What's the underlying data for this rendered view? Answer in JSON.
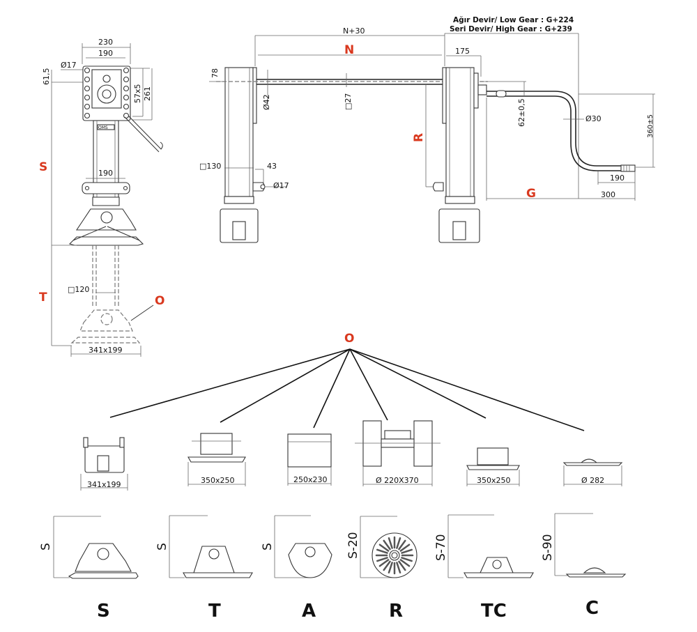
{
  "drawing": {
    "front_view": {
      "dims": {
        "width_outer": "230",
        "width_inner": "190",
        "hole_dia": "Ø17",
        "top_offset": "61,5",
        "bolt_pattern": "57x5",
        "plate_height": "261",
        "lower_bracket": "190",
        "tube_inner": "□120",
        "foot_size": "341x199"
      },
      "labels": {
        "s": "S",
        "t": "T",
        "o": "O"
      },
      "brand": "OMS"
    },
    "side_view": {
      "dims": {
        "overall": "N+30",
        "gear_offset": "175",
        "top_offset": "78",
        "shaft_dia": "Ø42",
        "shaft_square": "□27",
        "tube_outer": "□130",
        "bracket": "43",
        "pin_hole": "Ø17",
        "crank_offset": "62±0,5",
        "crank_dia": "Ø30",
        "crank_drop": "360±5",
        "handle_grip": "190",
        "handle_reach": "300"
      },
      "labels": {
        "n": "N",
        "r": "R",
        "g": "G"
      },
      "gear_notes": [
        "Ağır Devir/ Low Gear : G+224",
        "Seri Devir/ High Gear : G+239"
      ]
    },
    "options_label": "O",
    "foot_options": [
      {
        "size": "341x199"
      },
      {
        "size": "350x250"
      },
      {
        "size": "250x230"
      },
      {
        "size": "Ø 220X370"
      },
      {
        "size": "350x250"
      },
      {
        "size": "Ø 282"
      }
    ],
    "foot_types": [
      {
        "code": "S",
        "height": "S"
      },
      {
        "code": "T",
        "height": "S"
      },
      {
        "code": "A",
        "height": "S"
      },
      {
        "code": "R",
        "height": "S-20"
      },
      {
        "code": "TC",
        "height": "S-70"
      },
      {
        "code": "C",
        "height": "S-90"
      }
    ]
  },
  "colors": {
    "accent_red": "#d9391f",
    "line": "#333333"
  }
}
